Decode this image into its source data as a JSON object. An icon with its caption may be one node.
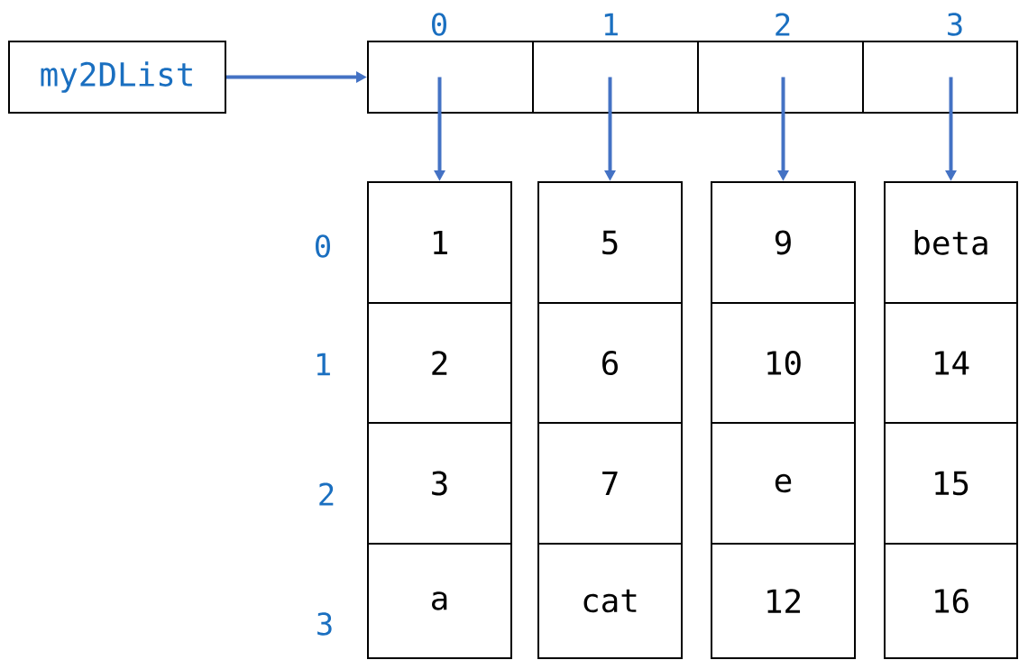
{
  "diagram": {
    "nodes": [
      {
        "text": [
          "my2DList"
        ]
      },
      {
        "text": [],
        "shape": "box"
      },
      {
        "text": [],
        "shape": "box"
      },
      {
        "text": [],
        "shape": "box"
      },
      {
        "text": [],
        "shape": "box"
      },
      {
        "text": [
          "1"
        ]
      },
      {
        "text": [
          "5"
        ]
      },
      {
        "text": [
          "9"
        ]
      },
      {
        "text": [
          "beta"
        ]
      },
      {
        "text": [
          "2"
        ]
      },
      {
        "text": [
          "6"
        ]
      },
      {
        "text": [
          "10"
        ]
      },
      {
        "text": [
          "14"
        ]
      },
      {
        "text": [
          "3"
        ]
      },
      {
        "text": [
          "7"
        ]
      },
      {
        "text": [
          "e"
        ]
      },
      {
        "text": [
          "15"
        ]
      },
      {
        "text": [
          "a"
        ]
      },
      {
        "text": [
          "cat"
        ]
      },
      {
        "text": [
          "12"
        ]
      },
      {
        "text": [
          "16"
        ]
      }
    ],
    "edges": [
      {
        "from": 0,
        "to": 1,
        "arrow": "to"
      },
      {
        "from": 1,
        "to": 5,
        "arrow": "to"
      },
      {
        "from": 2,
        "to": 6,
        "arrow": "to"
      },
      {
        "from": 3,
        "to": 7,
        "arrow": "to"
      },
      {
        "from": 4,
        "to": 8,
        "arrow": "to"
      }
    ],
    "labels": [
      "0",
      "1",
      "2",
      "3",
      "0",
      "1",
      "2",
      "3"
    ]
  }
}
